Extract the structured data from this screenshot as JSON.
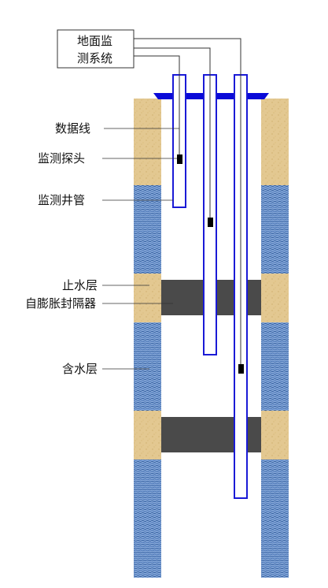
{
  "surface_system": {
    "line1": "地面监",
    "line2": "测系统"
  },
  "labels": {
    "data_line": "数据线",
    "probe": "监测探头",
    "well_pipe": "监测井管",
    "water_stop_layer": "止水层",
    "packer": "自膨胀封隔器",
    "aquifer": "含水层"
  },
  "colors": {
    "sand": "#e3c891",
    "aquifer_blue": "#4f78b5",
    "packer_gray": "#4a4a4a",
    "pipe_blue": "#1a1ad6",
    "cap_blue": "#0a0ad8"
  }
}
